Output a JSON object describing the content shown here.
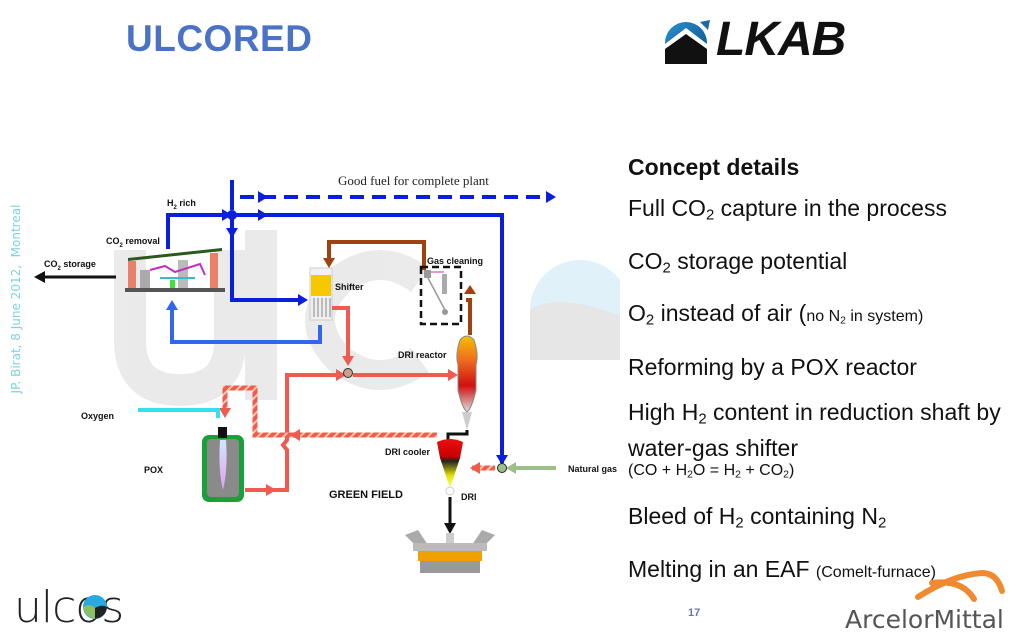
{
  "header": {
    "title": "ULCORED",
    "partner_logo": "LKAB"
  },
  "credit": {
    "text": "JP. Birat, 8 June 2012,  Montreal"
  },
  "diagram": {
    "good_fuel_label": "Good fuel for complete plant",
    "labels": {
      "h2_rich_main": "H",
      "h2_rich_sub": "2",
      "h2_rich_rest": " rich",
      "co2_removal_main": "CO",
      "co2_removal_sub": "2",
      "co2_removal_rest": " removal",
      "co2_storage_main": "CO",
      "co2_storage_sub": "2",
      "co2_storage_rest": " storage",
      "gas_cleaning": "Gas cleaning",
      "shifter": "Shifter",
      "dri_reactor": "DRI reactor",
      "oxygen": "Oxygen",
      "pox": "POX",
      "dri_cooler": "DRI cooler",
      "natural_gas": "Natural gas",
      "green_field": "GREEN FIELD",
      "dri": "DRI"
    },
    "colors": {
      "h2_line": "#0a1fdc",
      "recycle_line": "#3366ee",
      "hot_gas": "#f05a50",
      "brown_gas": "#a0420f",
      "oxygen": "#33e0f0",
      "natural_gas": "#9cc08c"
    }
  },
  "concept": {
    "heading": "Concept details",
    "items": [
      {
        "pre": "Full CO",
        "sub": "2",
        "post": " capture in the process"
      },
      {
        "pre": "CO",
        "sub": "2",
        "post": " storage potential"
      },
      {
        "pre": "O",
        "sub": "2",
        "post": " instead of air (",
        "small_pre": "no N",
        "small_sub": "2",
        "small_post": " in system)"
      },
      {
        "text": "Reforming by a POX reactor"
      },
      {
        "pre": "High H",
        "sub": "2",
        "post": " content in reduction shaft by water-gas shifter"
      },
      {
        "pre": "Bleed of H",
        "sub": "2",
        "post": " containing N",
        "sub2": "2"
      },
      {
        "pre": "Melting in an EAF ",
        "small": "(Comelt-furnace)"
      }
    ],
    "formula": {
      "a": "(CO + H",
      "b": "2",
      "c": "O = H",
      "d": "2",
      "e": " + CO",
      "f": "2",
      "g": ")"
    }
  },
  "footer": {
    "left_logo": "ulcos",
    "page_number": "17",
    "right_logo": "ArcelorMittal"
  }
}
